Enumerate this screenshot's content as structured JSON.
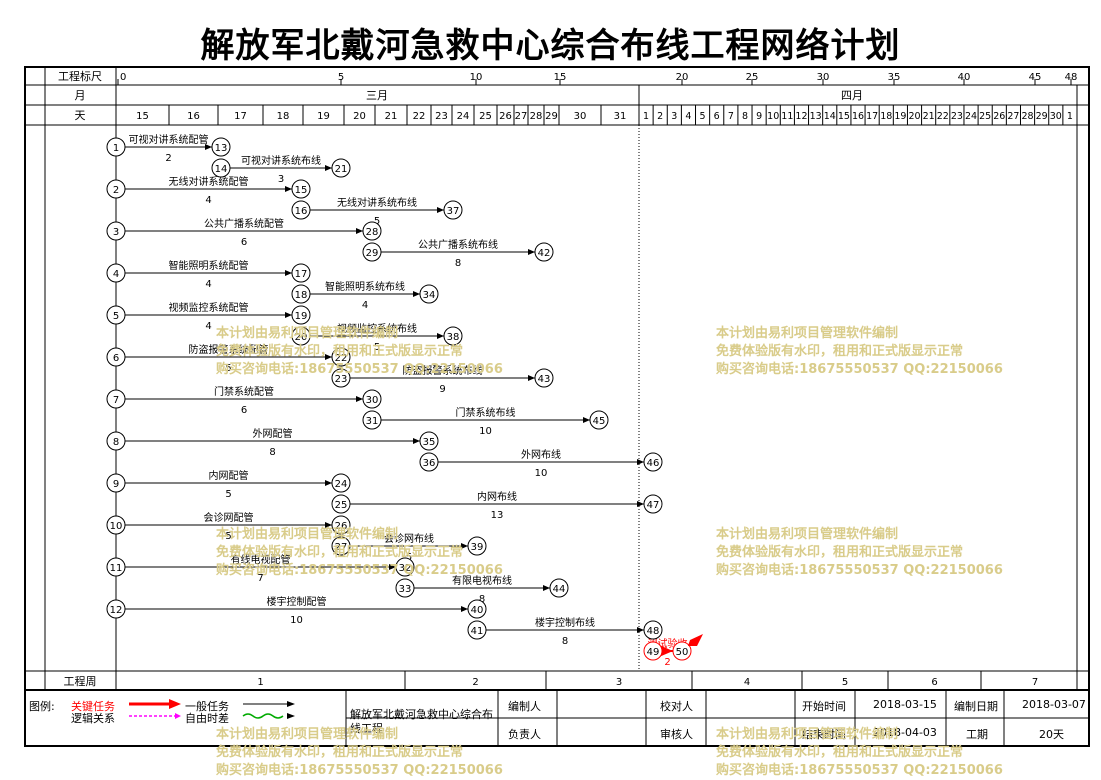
{
  "title": "解放军北戴河急救中心综合布线工程网络计划",
  "header": {
    "ruler_label": "工程标尺",
    "ruler_ticks": [
      "0",
      "5",
      "10",
      "15",
      "20",
      "25",
      "30",
      "35",
      "40",
      "45",
      "48"
    ],
    "month_label": "月",
    "months": [
      "三月",
      "四月"
    ],
    "day_label": "天",
    "days_march": [
      "15",
      "16",
      "17",
      "18",
      "19",
      "20",
      "21",
      "22",
      "23",
      "24",
      "25",
      "26",
      "27",
      "28",
      "29",
      "30",
      "31"
    ],
    "days_april": [
      "1",
      "2",
      "3",
      "4",
      "5",
      "6",
      "7",
      "8",
      "9",
      "10",
      "11",
      "12",
      "13",
      "14",
      "15",
      "16",
      "17",
      "18",
      "19",
      "20",
      "21",
      "22",
      "23",
      "24",
      "25",
      "26",
      "27",
      "28",
      "29",
      "30",
      "1"
    ],
    "week_label": "工程周",
    "weeks": [
      "1",
      "2",
      "3",
      "4",
      "5",
      "6",
      "7"
    ]
  },
  "tasks": [
    {
      "from": "1",
      "to": "13",
      "name": "可视对讲系统配管",
      "dur": "2"
    },
    {
      "from": "14",
      "to": "21",
      "name": "可视对讲系统布线",
      "dur": "3"
    },
    {
      "from": "2",
      "to": "15",
      "name": "无线对讲系统配管",
      "dur": "4"
    },
    {
      "from": "16",
      "to": "37",
      "name": "无线对讲系统布线",
      "dur": "5"
    },
    {
      "from": "3",
      "to": "28",
      "name": "公共广播系统配管",
      "dur": "6"
    },
    {
      "from": "29",
      "to": "42",
      "name": "公共广播系统布线",
      "dur": "8"
    },
    {
      "from": "4",
      "to": "17",
      "name": "智能照明系统配管",
      "dur": "4"
    },
    {
      "from": "18",
      "to": "34",
      "name": "智能照明系统布线",
      "dur": "4"
    },
    {
      "from": "5",
      "to": "19",
      "name": "视频监控系统配管",
      "dur": "4"
    },
    {
      "from": "20",
      "to": "38",
      "name": "视频监控系统布线",
      "dur": "5"
    },
    {
      "from": "6",
      "to": "22",
      "name": "防盗报警系统配管",
      "dur": "5"
    },
    {
      "from": "23",
      "to": "43",
      "name": "防盗报警系统布线",
      "dur": "9"
    },
    {
      "from": "7",
      "to": "30",
      "name": "门禁系统配管",
      "dur": "6"
    },
    {
      "from": "31",
      "to": "45",
      "name": "门禁系统布线",
      "dur": "10"
    },
    {
      "from": "8",
      "to": "35",
      "name": "外网配管",
      "dur": "8"
    },
    {
      "from": "36",
      "to": "46",
      "name": "外网布线",
      "dur": "10"
    },
    {
      "from": "9",
      "to": "24",
      "name": "内网配管",
      "dur": "5"
    },
    {
      "from": "25",
      "to": "47",
      "name": "内网布线",
      "dur": "13"
    },
    {
      "from": "10",
      "to": "26",
      "name": "会诊网配管",
      "dur": "5"
    },
    {
      "from": "27",
      "to": "39",
      "name": "会诊网布线",
      "dur": "5"
    },
    {
      "from": "11",
      "to": "32",
      "name": "有线电视配管",
      "dur": "7"
    },
    {
      "from": "33",
      "to": "44",
      "name": "有限电视布线",
      "dur": "8"
    },
    {
      "from": "12",
      "to": "40",
      "name": "楼宇控制配管",
      "dur": "10"
    },
    {
      "from": "41",
      "to": "48",
      "name": "楼宇控制布线",
      "dur": "8"
    },
    {
      "from": "49",
      "to": "50",
      "name": "测试验收",
      "dur": "2"
    }
  ],
  "legend": {
    "label": "图例:",
    "critical": "关键任务",
    "normal": "一般任务",
    "logic": "逻辑关系",
    "float": "自由时差"
  },
  "info": {
    "project_name": "解放军北戴河急救中心综合布线工程",
    "editor_label": "编制人",
    "editor": "",
    "checker_label": "校对人",
    "checker": "",
    "start_label": "开始时间",
    "start": "2018-03-15",
    "made_label": "编制日期",
    "made": "2018-03-07",
    "owner_label": "负责人",
    "owner": "",
    "reviewer_label": "审核人",
    "reviewer": "",
    "end_label": "结束时间",
    "end": "2018-04-03",
    "period_label": "工期",
    "period": "20天"
  },
  "watermark": {
    "line1": "本计划由易利项目管理软件编制",
    "line2": "免费体验版有水印，租用和正式版显示正常",
    "line3": "购买咨询电话:18675550537 QQ:22150066"
  },
  "colors": {
    "critical": "#ff0000",
    "normal": "#000000",
    "logic": "#ff00ff",
    "float": "#00aa00",
    "watermark": "#d9cc8a"
  }
}
